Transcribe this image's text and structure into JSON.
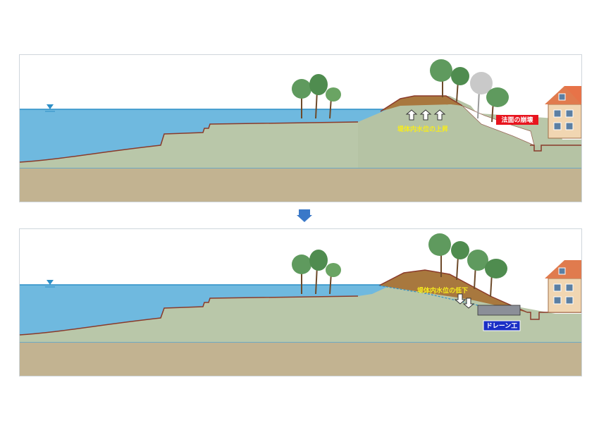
{
  "panels": {
    "before": {
      "label_red": "法面の崩壊",
      "label_yellow": "堤体内水位の上昇",
      "label_red_color": "#e8141e",
      "label_yellow_color": "#f6ec1e"
    },
    "after": {
      "label_yellow": "堤体内水位の低下",
      "label_blue": "ドレーン工",
      "label_yellow_color": "#f6ec1e",
      "label_blue_color": "#1a2fc6"
    }
  },
  "colors": {
    "water": "#63b3dc",
    "embankment": "#b9c7a9",
    "ground": "#c2b391",
    "dam_top": "#a8783e",
    "outline": "#8a3a2a",
    "arrow": "#3a78c8"
  },
  "icons": [
    "water-level-icon",
    "house-icon",
    "tree-icon",
    "down-arrow-icon",
    "up-arrow-icon"
  ]
}
